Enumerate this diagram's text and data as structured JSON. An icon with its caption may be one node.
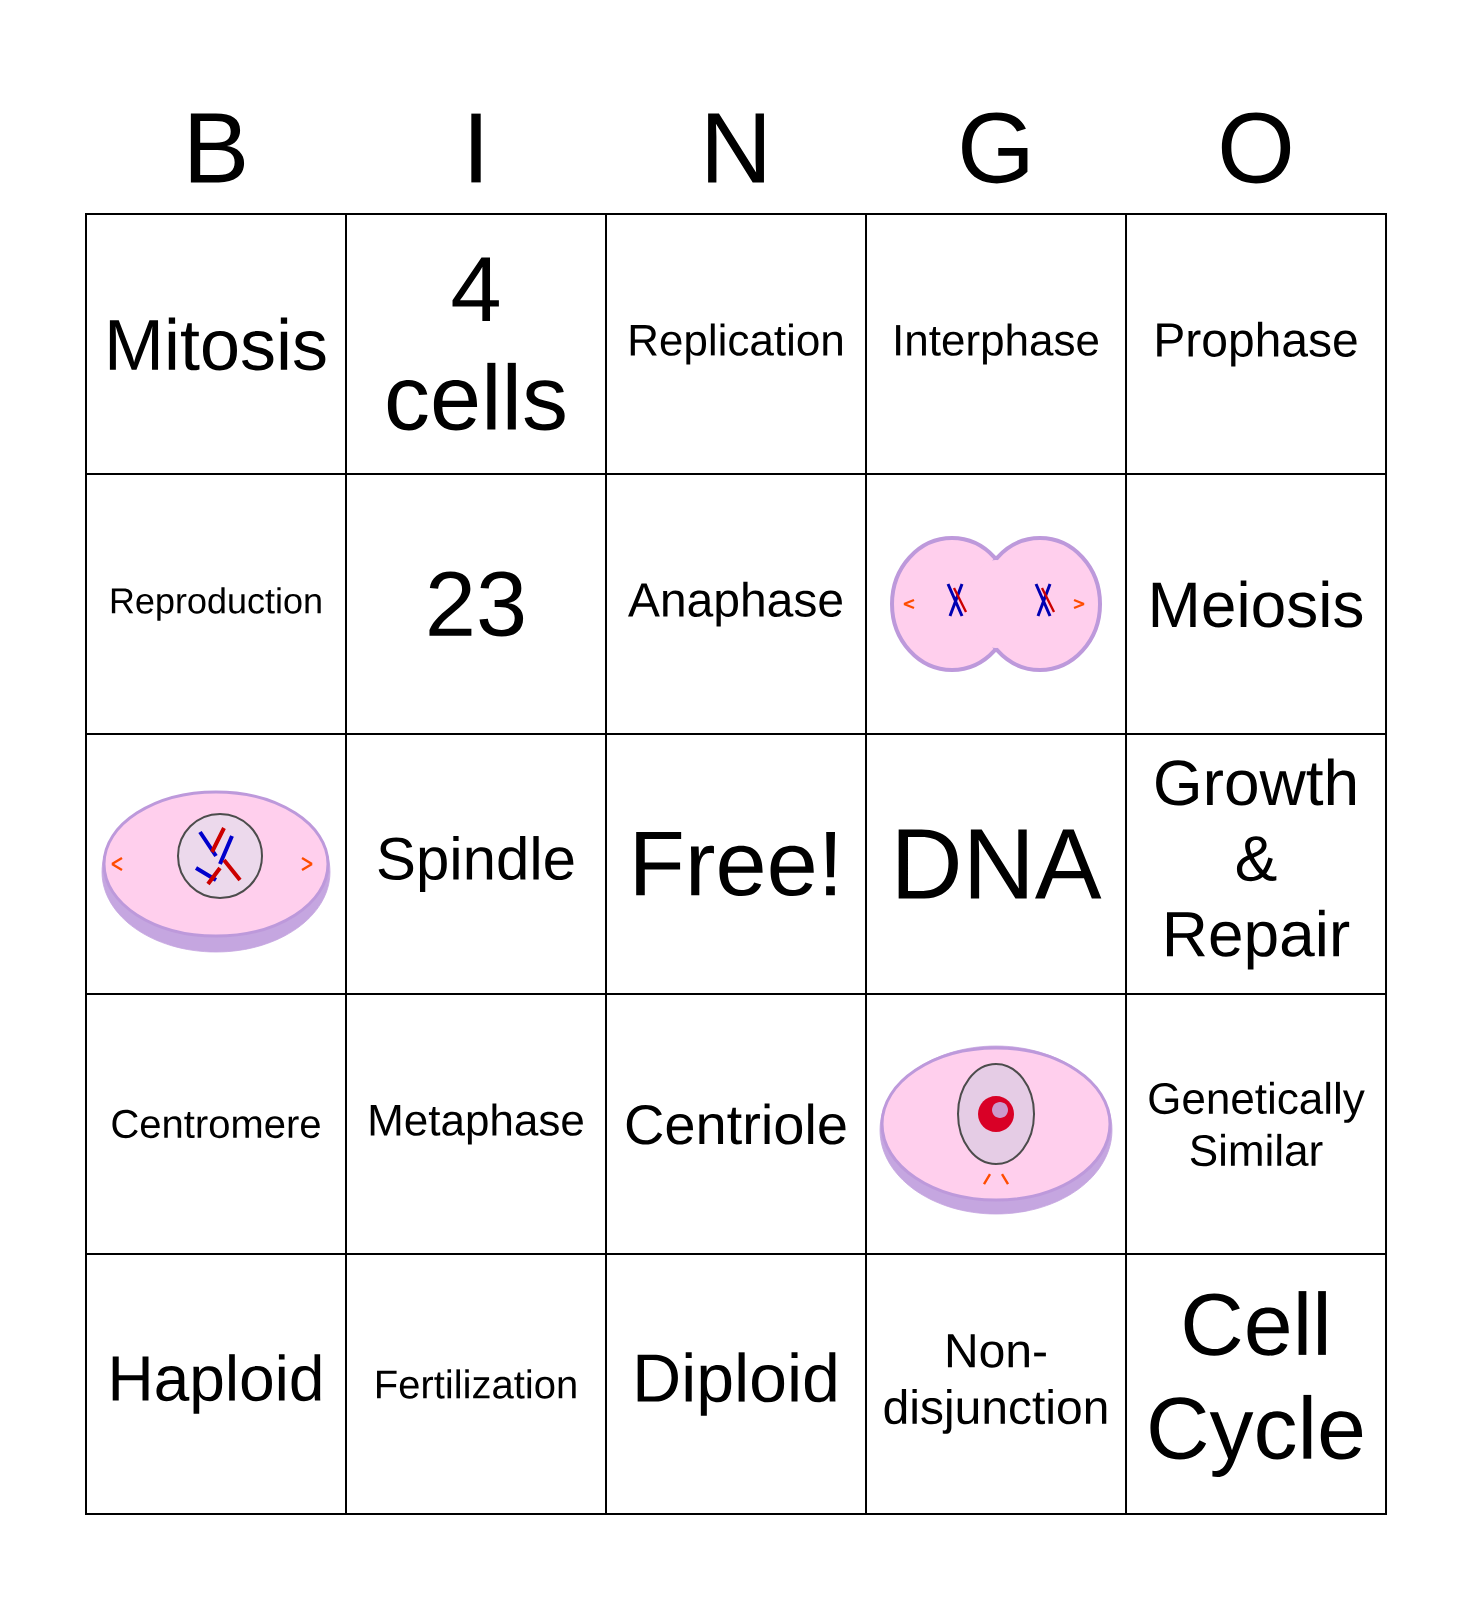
{
  "diagram": {
    "labels": [
      "B",
      "I",
      "N",
      "G",
      "O",
      "Mitosis",
      "4 cells",
      "Replication",
      "Interphase",
      "Prophase",
      "Reproduction",
      "23",
      "Anaphase",
      "Meiosis",
      "Spindle",
      "Free!",
      "DNA",
      "Growth & Repair",
      "Centromere",
      "Metaphase",
      "Centriole",
      "Genetically Similar",
      "Haploid",
      "Fertilization",
      "Diploid",
      "Non-disjunction",
      "Cell Cycle"
    ]
  }
}
